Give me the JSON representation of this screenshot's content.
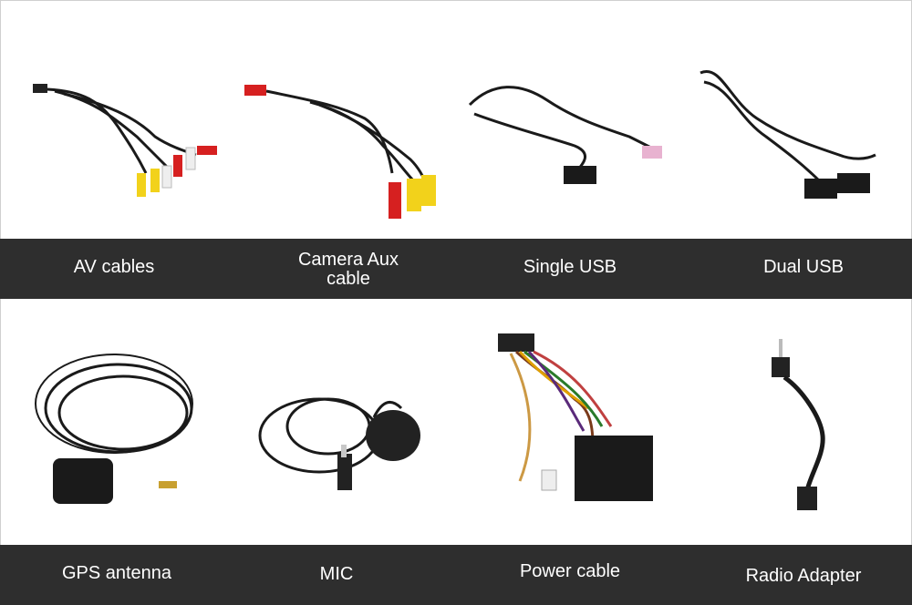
{
  "products": [
    {
      "id": "av",
      "label": "AV cables"
    },
    {
      "id": "cam",
      "label": "Camera Aux\ncable"
    },
    {
      "id": "single",
      "label": "Single USB"
    },
    {
      "id": "dual",
      "label": "Dual USB"
    },
    {
      "id": "gps",
      "label": "GPS antenna"
    },
    {
      "id": "mic",
      "label": "MIC"
    },
    {
      "id": "power",
      "label": "Power cable"
    },
    {
      "id": "radio",
      "label": "Radio Adapter"
    }
  ],
  "colors": {
    "band": "#2e2e2e",
    "cable": "#1a1a1a",
    "rca_red": "#d62020",
    "rca_yellow": "#f2d21b",
    "rca_white": "#eeeeee"
  }
}
